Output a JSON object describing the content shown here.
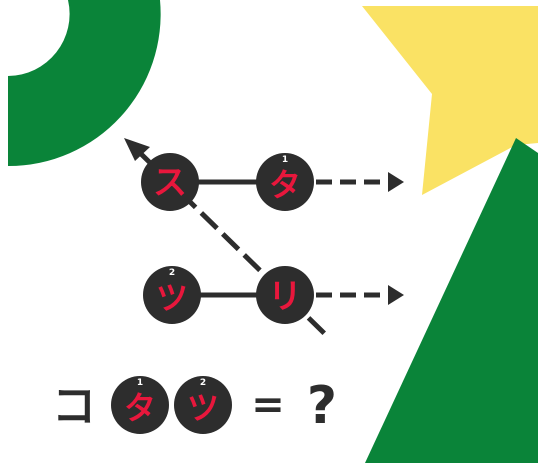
{
  "colors": {
    "green": "#0a8439",
    "yellow": "#fae264",
    "node_fill": "#2d2d2d",
    "kana_red": "#e8173c",
    "line": "#2d2d2d",
    "index_white": "#ffffff"
  },
  "nodes": {
    "su": {
      "kana": "ス",
      "index": ""
    },
    "ta": {
      "kana": "タ",
      "index": "1"
    },
    "tsu": {
      "kana": "ツ",
      "index": "2"
    },
    "ri": {
      "kana": "リ",
      "index": ""
    }
  },
  "equation": {
    "prefix": "コ",
    "term1": {
      "kana": "タ",
      "index": "1"
    },
    "term2": {
      "kana": "ツ",
      "index": "2"
    },
    "equals": "=",
    "unknown": "?"
  }
}
